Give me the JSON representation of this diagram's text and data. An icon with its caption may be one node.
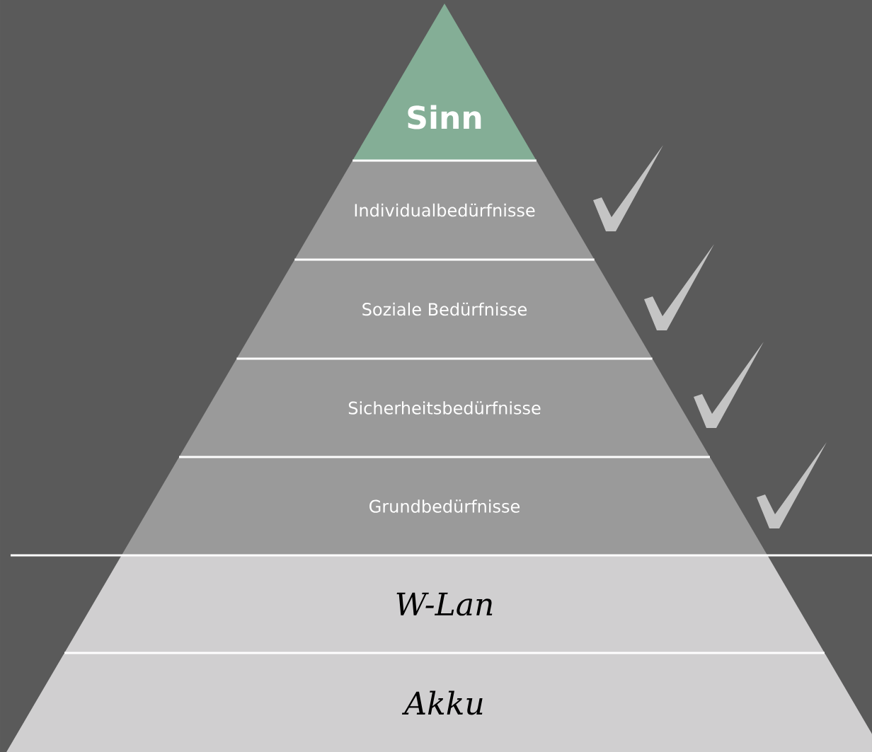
{
  "diagram": {
    "nodes": [
      {
        "text": [
          "Sinn"
        ]
      },
      {
        "text": [
          "Individualbedürfnisse"
        ]
      },
      {
        "text": [
          "Soziale Bedürfnisse"
        ]
      },
      {
        "text": [
          "Sicherheitsbedürfnisse"
        ]
      },
      {
        "text": [
          "Grundbedürfnisse"
        ]
      },
      {
        "text": [
          "W-Lan"
        ]
      },
      {
        "text": [
          "Akku"
        ]
      },
      {
        "text": [],
        "shape": "checkmark"
      },
      {
        "text": [],
        "shape": "checkmark"
      },
      {
        "text": [],
        "shape": "checkmark"
      },
      {
        "text": [],
        "shape": "checkmark"
      }
    ]
  }
}
